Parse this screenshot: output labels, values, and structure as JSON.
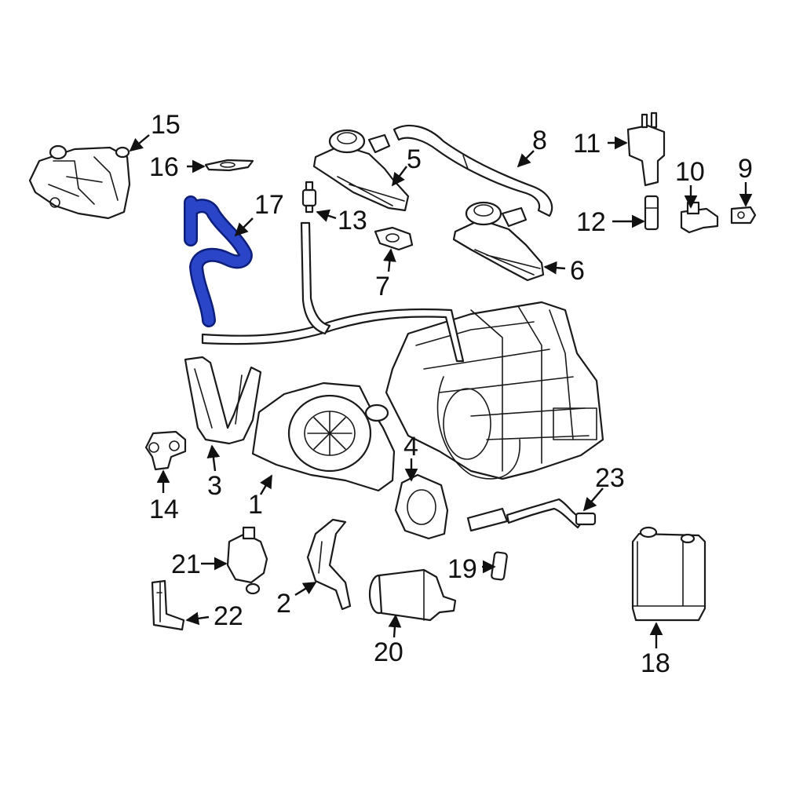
{
  "colors": {
    "line": "#1a1a1a",
    "highlight_fill": "#2b45c8",
    "highlight_stroke": "#0d1f7a",
    "background": "#ffffff"
  },
  "callouts": {
    "c1": "1",
    "c2": "2",
    "c3": "3",
    "c4": "4",
    "c5": "5",
    "c6": "6",
    "c7": "7",
    "c8": "8",
    "c9": "9",
    "c10": "10",
    "c11": "11",
    "c12": "12",
    "c13": "13",
    "c14": "14",
    "c15": "15",
    "c16": "16",
    "c17": "17",
    "c18": "18",
    "c19": "19",
    "c20": "20",
    "c21": "21",
    "c22": "22",
    "c23": "23"
  }
}
